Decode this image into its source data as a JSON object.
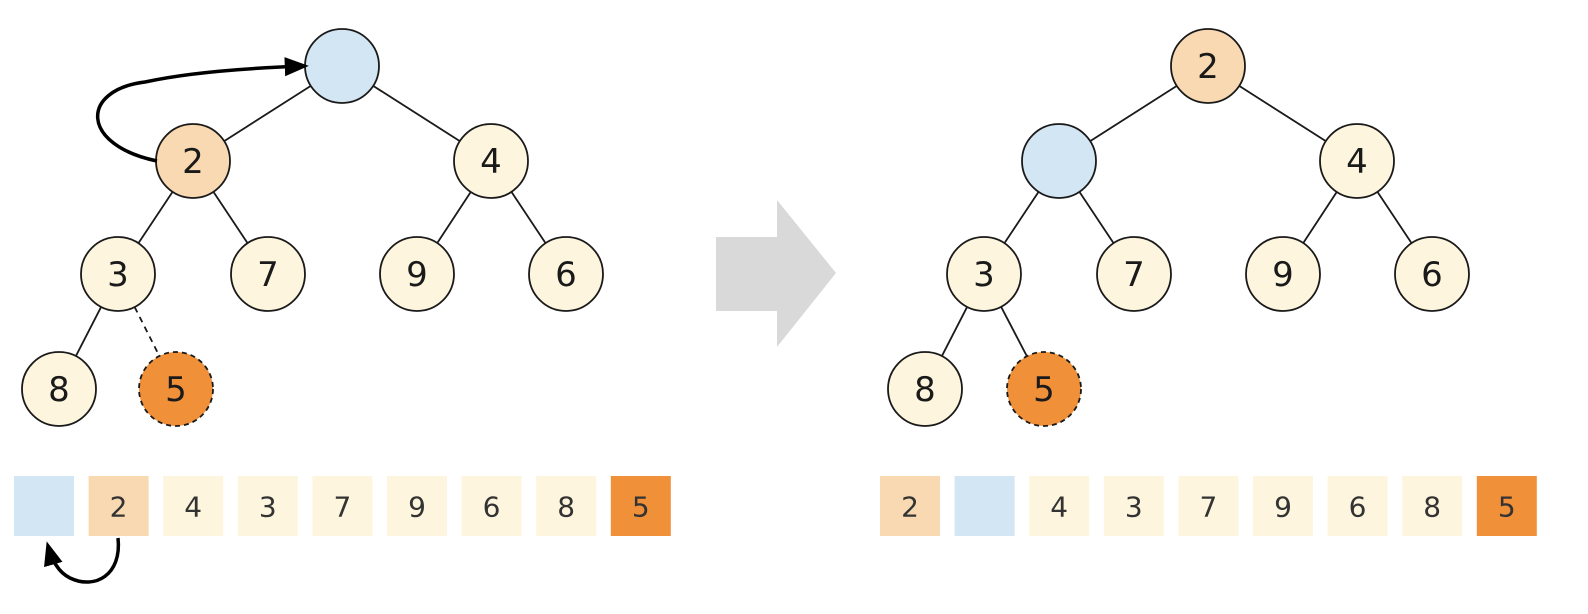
{
  "colors": {
    "empty": "#d3e6f3",
    "moved": "#f9d9b1",
    "normal": "#fdf5dd",
    "inserted": "#f0913a",
    "edge": "#1a1a1a",
    "arrow": "#d9d9d9"
  },
  "before": {
    "nodes": [
      {
        "key": "root",
        "label": "",
        "state": "empty"
      },
      {
        "key": "l",
        "label": "2",
        "state": "moved"
      },
      {
        "key": "r",
        "label": "4",
        "state": "normal"
      },
      {
        "key": "ll",
        "label": "3",
        "state": "normal"
      },
      {
        "key": "lr",
        "label": "7",
        "state": "normal"
      },
      {
        "key": "rl",
        "label": "9",
        "state": "normal"
      },
      {
        "key": "rr",
        "label": "6",
        "state": "normal"
      },
      {
        "key": "lll",
        "label": "8",
        "state": "normal"
      },
      {
        "key": "llr",
        "label": "5",
        "state": "inserted"
      }
    ],
    "array": [
      {
        "label": "",
        "state": "empty"
      },
      {
        "label": "2",
        "state": "moved"
      },
      {
        "label": "4",
        "state": "normal"
      },
      {
        "label": "3",
        "state": "normal"
      },
      {
        "label": "7",
        "state": "normal"
      },
      {
        "label": "9",
        "state": "normal"
      },
      {
        "label": "6",
        "state": "normal"
      },
      {
        "label": "8",
        "state": "normal"
      },
      {
        "label": "5",
        "state": "inserted"
      }
    ]
  },
  "after": {
    "nodes": [
      {
        "key": "root",
        "label": "2",
        "state": "moved"
      },
      {
        "key": "l",
        "label": "",
        "state": "empty"
      },
      {
        "key": "r",
        "label": "4",
        "state": "normal"
      },
      {
        "key": "ll",
        "label": "3",
        "state": "normal"
      },
      {
        "key": "lr",
        "label": "7",
        "state": "normal"
      },
      {
        "key": "rl",
        "label": "9",
        "state": "normal"
      },
      {
        "key": "rr",
        "label": "6",
        "state": "normal"
      },
      {
        "key": "lll",
        "label": "8",
        "state": "normal"
      },
      {
        "key": "llr",
        "label": "5",
        "state": "inserted"
      }
    ],
    "array": [
      {
        "label": "2",
        "state": "moved"
      },
      {
        "label": "",
        "state": "empty"
      },
      {
        "label": "4",
        "state": "normal"
      },
      {
        "label": "3",
        "state": "normal"
      },
      {
        "label": "7",
        "state": "normal"
      },
      {
        "label": "9",
        "state": "normal"
      },
      {
        "label": "6",
        "state": "normal"
      },
      {
        "label": "8",
        "state": "normal"
      },
      {
        "label": "5",
        "state": "inserted"
      }
    ]
  }
}
